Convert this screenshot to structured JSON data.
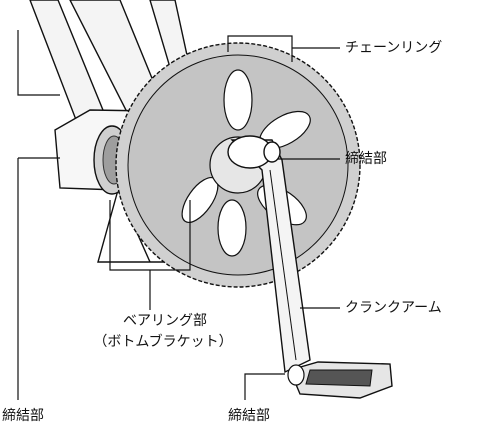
{
  "labels": {
    "chainring": "チェーンリング",
    "crank_joint": "締結部",
    "crank_arm": "クランクアーム",
    "bearing": "ベアリング部",
    "bearing_sub": "（ボトムブラケット）",
    "joint_bottom_left": "締結部",
    "joint_bottom_mid": "締結部"
  },
  "colors": {
    "line": "#111111",
    "shade_light": "#d9d9d9",
    "shade_mid": "#b3b3b3",
    "shade_dark": "#555555",
    "frame": "#f2f2f2"
  }
}
